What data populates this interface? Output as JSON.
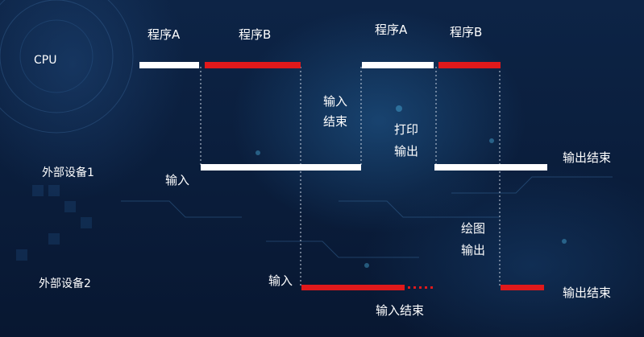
{
  "rows": {
    "cpu": "CPU",
    "device1": "外部设备1",
    "device2": "外部设备2"
  },
  "cpu_labels": {
    "prog_a_1": "程序A",
    "prog_b_1": "程序B",
    "prog_a_2": "程序A",
    "prog_b_2": "程序B"
  },
  "annotations": {
    "input_end_1_line1": "输入",
    "input_end_1_line2": "结束",
    "print_line1": "打印",
    "print_line2": "输出",
    "output_end_1": "输出结束",
    "input_1": "输入",
    "draw_line1": "绘图",
    "draw_line2": "输出",
    "input_2": "输入",
    "output_end_2": "输出结束",
    "input_end_2": "输入结束"
  },
  "colors": {
    "program_a": "#ffffff",
    "program_b": "#e0191b",
    "guide": "#c8d2e0"
  }
}
